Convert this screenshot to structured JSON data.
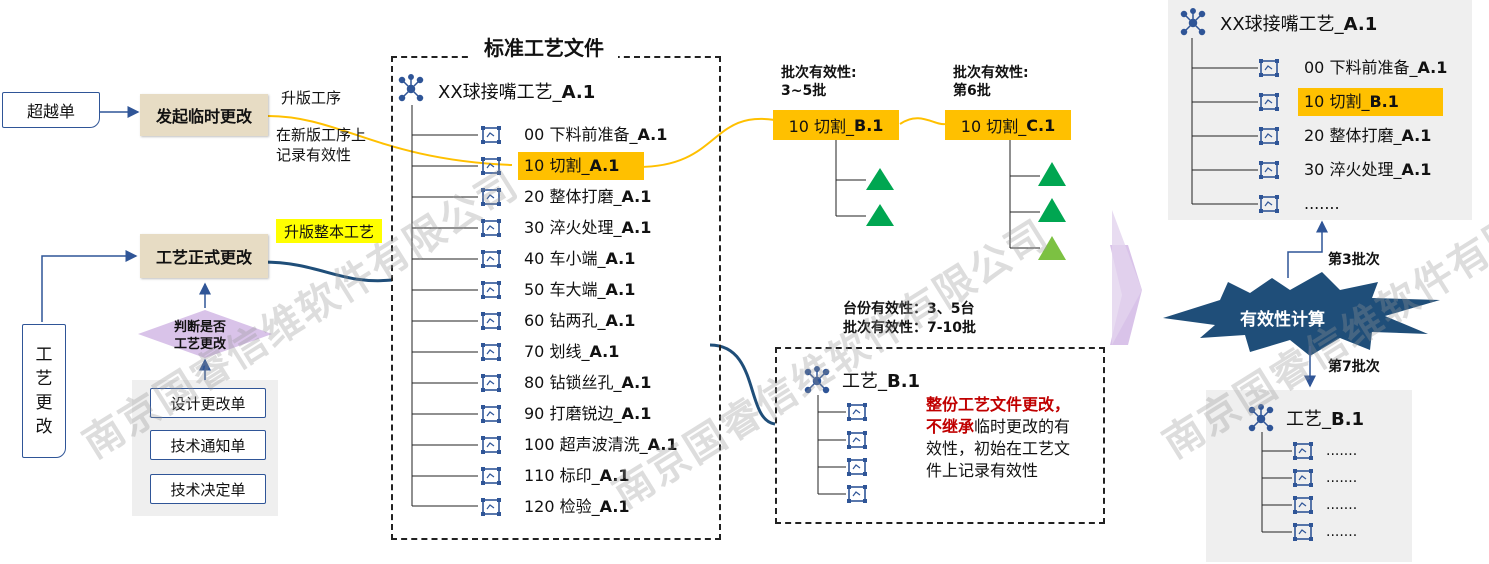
{
  "left": {
    "chaoyue": "超越单",
    "faqi": "发起临时更改",
    "shengban_gongxu": "升版工序",
    "zai_xinban": "在新版工序上",
    "jilu": "记录有效性",
    "shengban_zhengben": "升版整本工艺",
    "gongyi_zhengshi": "工艺正式更改",
    "panduan_1": "判断是否",
    "panduan_2": "工艺更改",
    "gongyi_genggai": [
      "工",
      "艺",
      "更",
      "改"
    ],
    "docs": [
      "设计更改单",
      "技术通知单",
      "技术决定单"
    ]
  },
  "standard": {
    "title": "标准工艺文件",
    "root_label": "XX球接嘴工艺_",
    "root_ver": "A.1",
    "items": [
      {
        "label": "00 下料前准备_",
        "ver": "A.1"
      },
      {
        "label": "10 切割_",
        "ver": "A.1"
      },
      {
        "label": "20 整体打磨_",
        "ver": "A.1"
      },
      {
        "label": "30 淬火处理_",
        "ver": "A.1"
      },
      {
        "label": "40 车小端_",
        "ver": "A.1"
      },
      {
        "label": "50 车大端_",
        "ver": "A.1"
      },
      {
        "label": "60 钻两孔_",
        "ver": "A.1"
      },
      {
        "label": "70 划线_",
        "ver": "A.1"
      },
      {
        "label": "80 钻锁丝孔_",
        "ver": "A.1"
      },
      {
        "label": "90 打磨锐边_",
        "ver": "A.1"
      },
      {
        "label": "100 超声波清洗_",
        "ver": "A.1"
      },
      {
        "label": "110 标印_",
        "ver": "A.1"
      },
      {
        "label": "120 检验_",
        "ver": "A.1"
      }
    ]
  },
  "middle": {
    "pici_1_a": "批次有效性:",
    "pici_1_b": "3~5批",
    "pici_2_a": "批次有效性:",
    "pici_2_b": "第6批",
    "box_b1_label": "10 切割_",
    "box_b1_ver": "B.1",
    "box_c1_label": "10 切割_",
    "box_c1_ver": "C.1",
    "taifen": "台份有效性：3、5台",
    "pici_3": "批次有效性：7-10批",
    "gongyi_b1_label": "工艺_",
    "gongyi_b1_ver": "B.1",
    "desc_red_1": "整份工艺文件更改，",
    "desc_red_2": "不继承",
    "desc_rest_1": "临时更改的有",
    "desc_rest_2": "效性，初始在工艺文",
    "desc_rest_3": "件上记录有效性"
  },
  "right": {
    "root_label": "XX球接嘴工艺_",
    "root_ver": "A.1",
    "items": [
      {
        "label": "00 下料前准备_",
        "ver": "A.1"
      },
      {
        "label": "10 切割_",
        "ver": "B.1"
      },
      {
        "label": "20 整体打磨_",
        "ver": "A.1"
      },
      {
        "label": "30 淬火处理_",
        "ver": "A.1"
      },
      {
        "label": ".......",
        "ver": ""
      }
    ],
    "di3": "第3批次",
    "youxiao": "有效性计算",
    "di7": "第7批次",
    "bottom_label": "工艺_",
    "bottom_ver": "B.1",
    "bottom_items": [
      ".......",
      ".......",
      ".......",
      "......."
    ]
  },
  "watermark": "南京国睿信维软件有限公司",
  "colors": {
    "orange": "#ffc000",
    "yellow": "#ffff00",
    "beige": "#e7dcc4",
    "blue": "#1f4e79",
    "green": "#00a651",
    "lightgreen": "#7cc142",
    "red": "#c00000"
  }
}
